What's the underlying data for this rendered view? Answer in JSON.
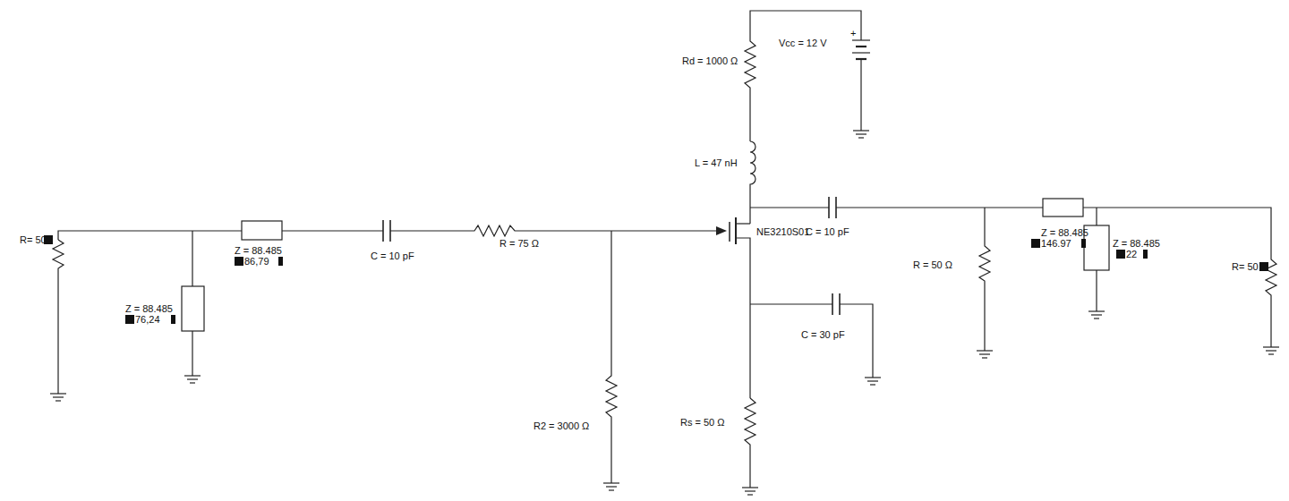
{
  "diagram": {
    "labels": [
      "Vcc = 12 V",
      "+",
      "Rd = 1000 Ω",
      "L = 47 nH",
      "C = 10 pF",
      "NE3210S01",
      "R = 50 Ω",
      "Z = 88.485",
      "146.97",
      "Z = 88.485",
      "22",
      "R= 50",
      "R= 50",
      "Z = 88.485",
      "76,24",
      "Z = 88.485",
      "86,79",
      "C = 10 pF",
      "R = 75 Ω",
      "C = 30 pF",
      "R2 = 3000 Ω",
      "Rs = 50 Ω"
    ]
  }
}
